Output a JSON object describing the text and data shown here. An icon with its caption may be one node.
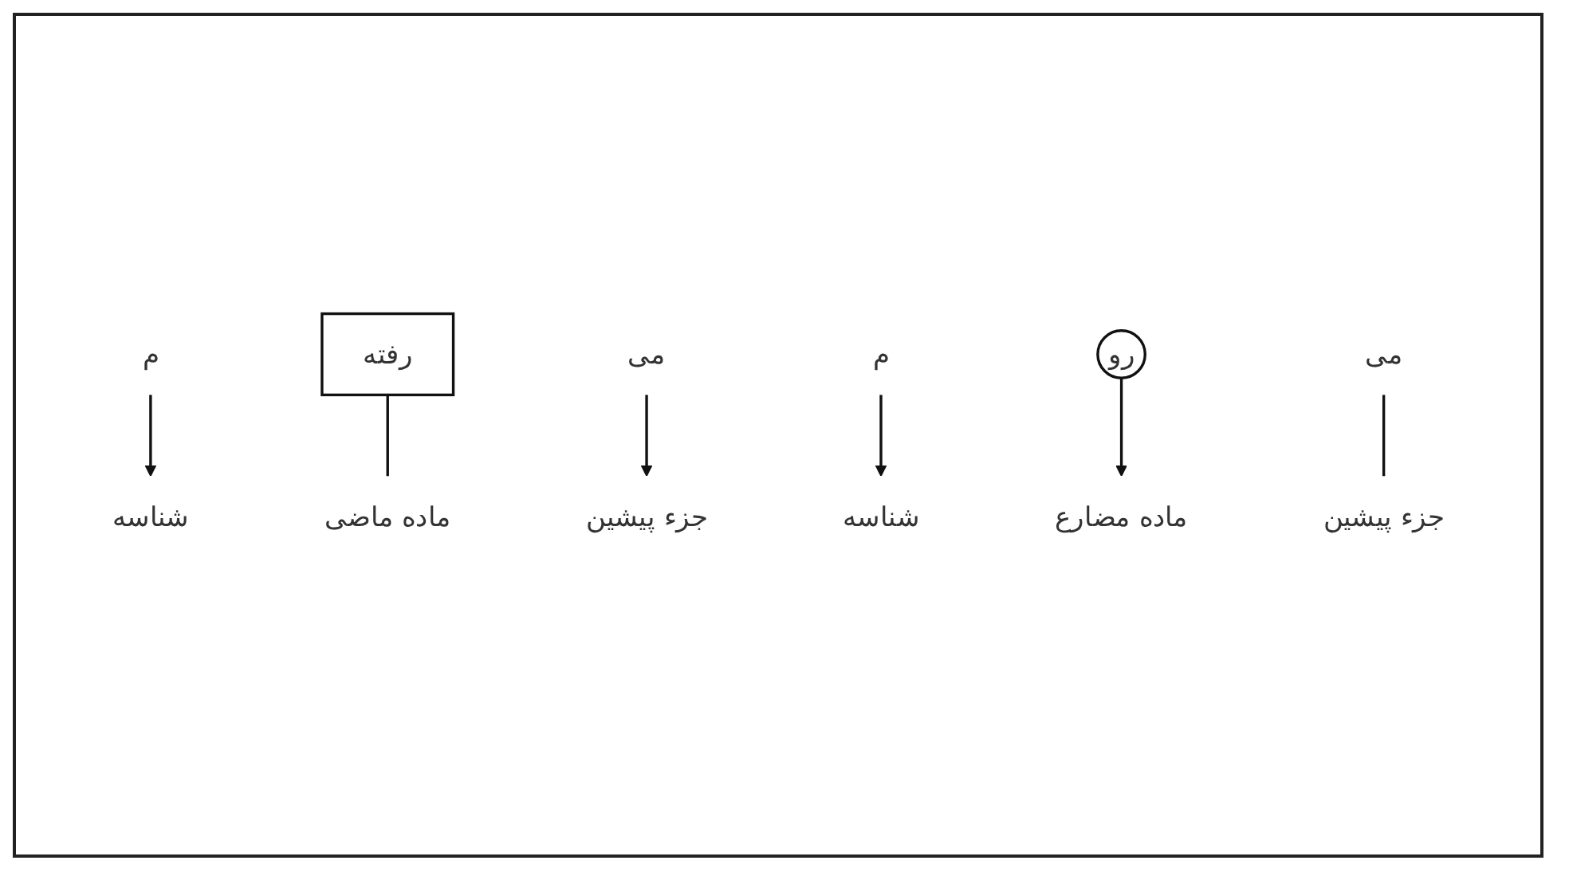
{
  "diagram": {
    "nodes": [
      {
        "text": [
          "می"
        ]
      },
      {
        "text": [
          "رفته"
        ]
      },
      {
        "text": [
          "م"
        ]
      },
      {
        "text": [
          "جزء پیشین"
        ]
      },
      {
        "text": [
          "ماده ماضی"
        ]
      },
      {
        "text": [
          "شناسه"
        ]
      },
      {
        "text": [
          "می"
        ]
      },
      {
        "text": [
          "رو"
        ]
      },
      {
        "text": [
          "م"
        ]
      },
      {
        "text": [
          "جزء پیشین"
        ]
      },
      {
        "text": [
          "ماده مضارع"
        ]
      },
      {
        "text": [
          "شناسه"
        ]
      }
    ],
    "edges": [
      {
        "from": 0,
        "to": 3,
        "arrow": "to"
      },
      {
        "from": 1,
        "to": 4,
        "arrow": "none"
      },
      {
        "from": 2,
        "to": 5,
        "arrow": "to"
      },
      {
        "from": 6,
        "to": 9,
        "arrow": "none"
      },
      {
        "from": 7,
        "to": 10,
        "arrow": "to"
      },
      {
        "from": 8,
        "to": 11,
        "arrow": "to"
      }
    ]
  }
}
